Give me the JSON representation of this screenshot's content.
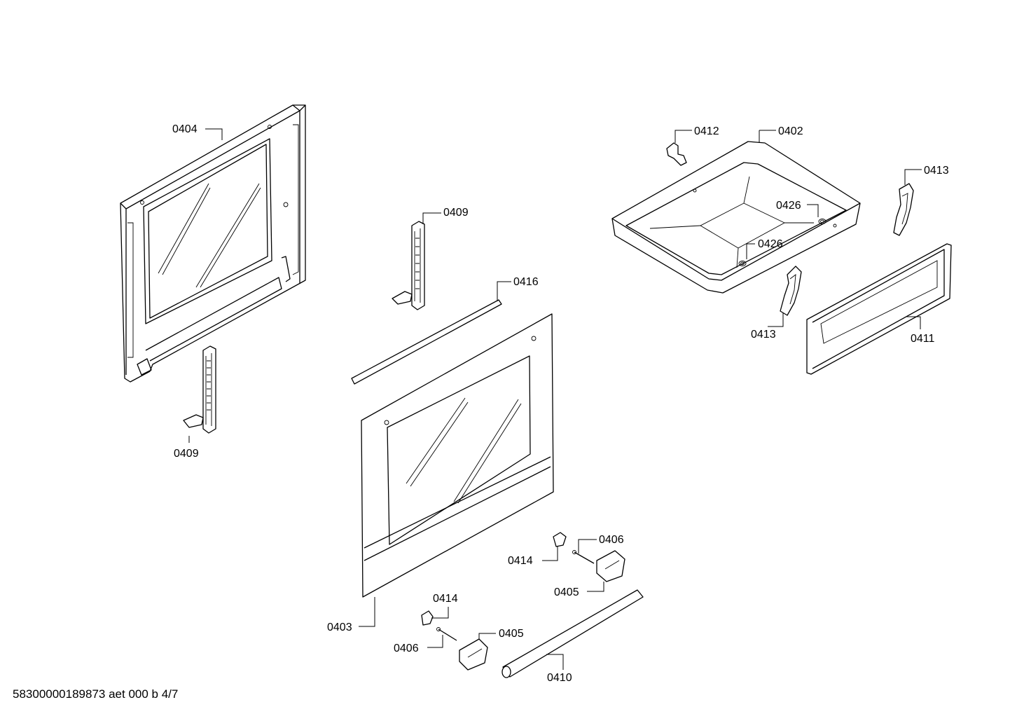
{
  "labels": {
    "p0404": "0404",
    "p0409a": "0409",
    "p0409b": "0409",
    "p0416": "0416",
    "p0403": "0403",
    "p0414a": "0414",
    "p0414b": "0414",
    "p0406a": "0406",
    "p0406b": "0406",
    "p0405a": "0405",
    "p0405b": "0405",
    "p0410": "0410",
    "p0412": "0412",
    "p0402": "0402",
    "p0413a": "0413",
    "p0413b": "0413",
    "p0426a": "0426",
    "p0426b": "0426",
    "p0411": "0411"
  },
  "footer": "58300000189873 aet 000 b 4/7"
}
